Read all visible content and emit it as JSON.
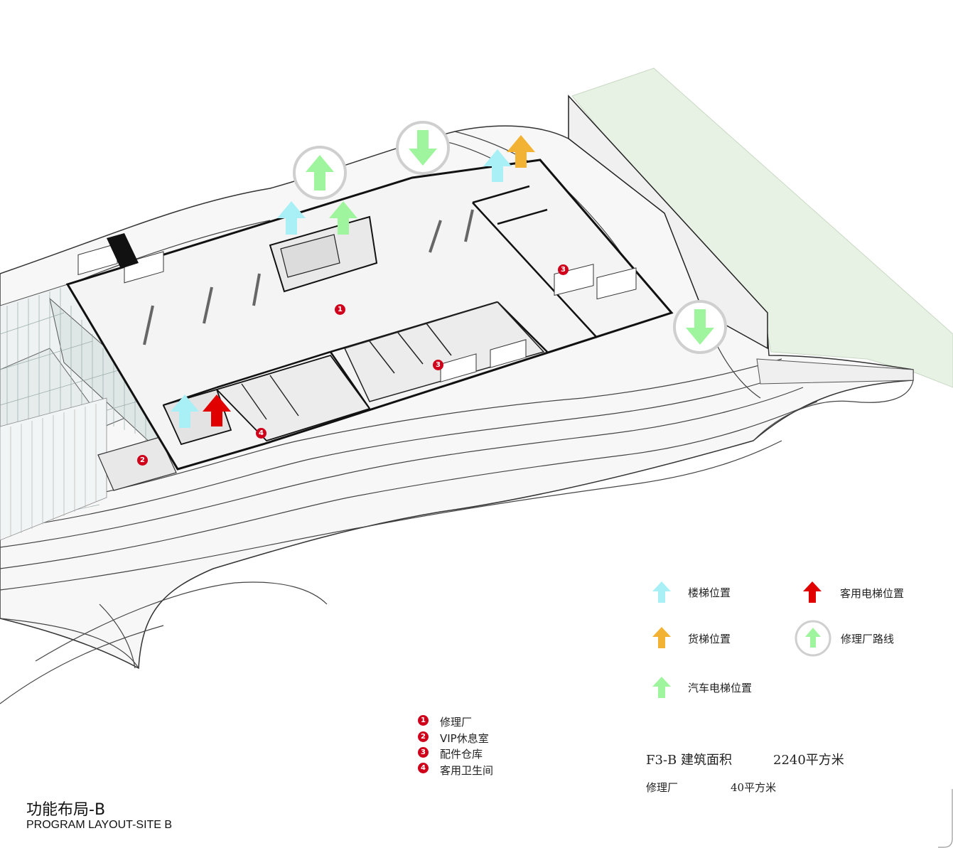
{
  "colors": {
    "stair": "#a9f0f6",
    "freight": "#f2b233",
    "car_elevator": "#9ff59d",
    "passenger_elevator": "#e00000",
    "repair_route": "#9ff59d",
    "marker": "#d0021b",
    "site_green": "#e8f2e4"
  },
  "legend": {
    "stair": {
      "icon": "arrow-up-cyan-icon",
      "label": "楼梯位置"
    },
    "passenger_elevator": {
      "icon": "arrow-up-red-icon",
      "label": "客用电梯位置"
    },
    "freight": {
      "icon": "arrow-up-yellow-icon",
      "label": "货梯位置"
    },
    "repair_route": {
      "icon": "circle-arrow-up-green-icon",
      "label": "修理厂路线"
    },
    "car_elevator": {
      "icon": "arrow-up-green-icon",
      "label": "汽车电梯位置"
    }
  },
  "rooms": [
    {
      "num": "1",
      "label": "修理厂"
    },
    {
      "num": "2",
      "label": "VIP休息室"
    },
    {
      "num": "3",
      "label": "配件仓库"
    },
    {
      "num": "4",
      "label": "客用卫生间"
    }
  ],
  "plan_markers": [
    {
      "num": "1"
    },
    {
      "num": "2"
    },
    {
      "num": "3"
    },
    {
      "num": "3"
    },
    {
      "num": "4"
    }
  ],
  "area": {
    "title": "F3-B 建筑面积",
    "total": "2240平方米",
    "row_label": "修理厂",
    "row_value": "40平方米"
  },
  "title": {
    "cn": "功能布局-B",
    "en": "PROGRAM LAYOUT-SITE B"
  }
}
